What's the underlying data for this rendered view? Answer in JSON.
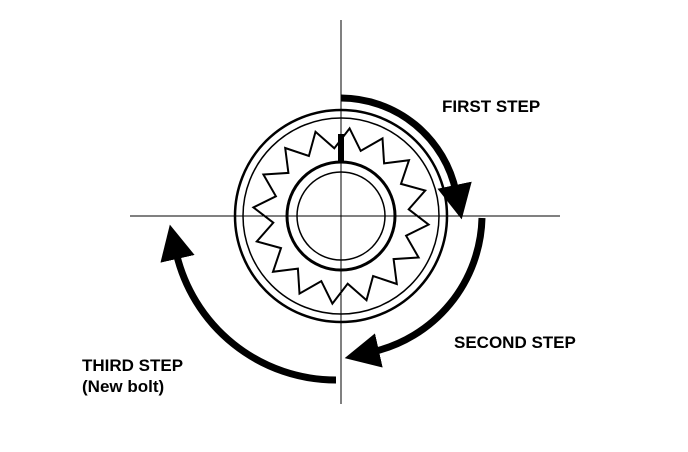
{
  "labels": {
    "first_step": "FIRST STEP",
    "second_step": "SECOND STEP",
    "third_step": "THIRD STEP",
    "third_step_note": "(New bolt)"
  },
  "colors": {
    "ink": "#000000",
    "background": "#ffffff"
  },
  "bolt_head": {
    "points": 16
  }
}
